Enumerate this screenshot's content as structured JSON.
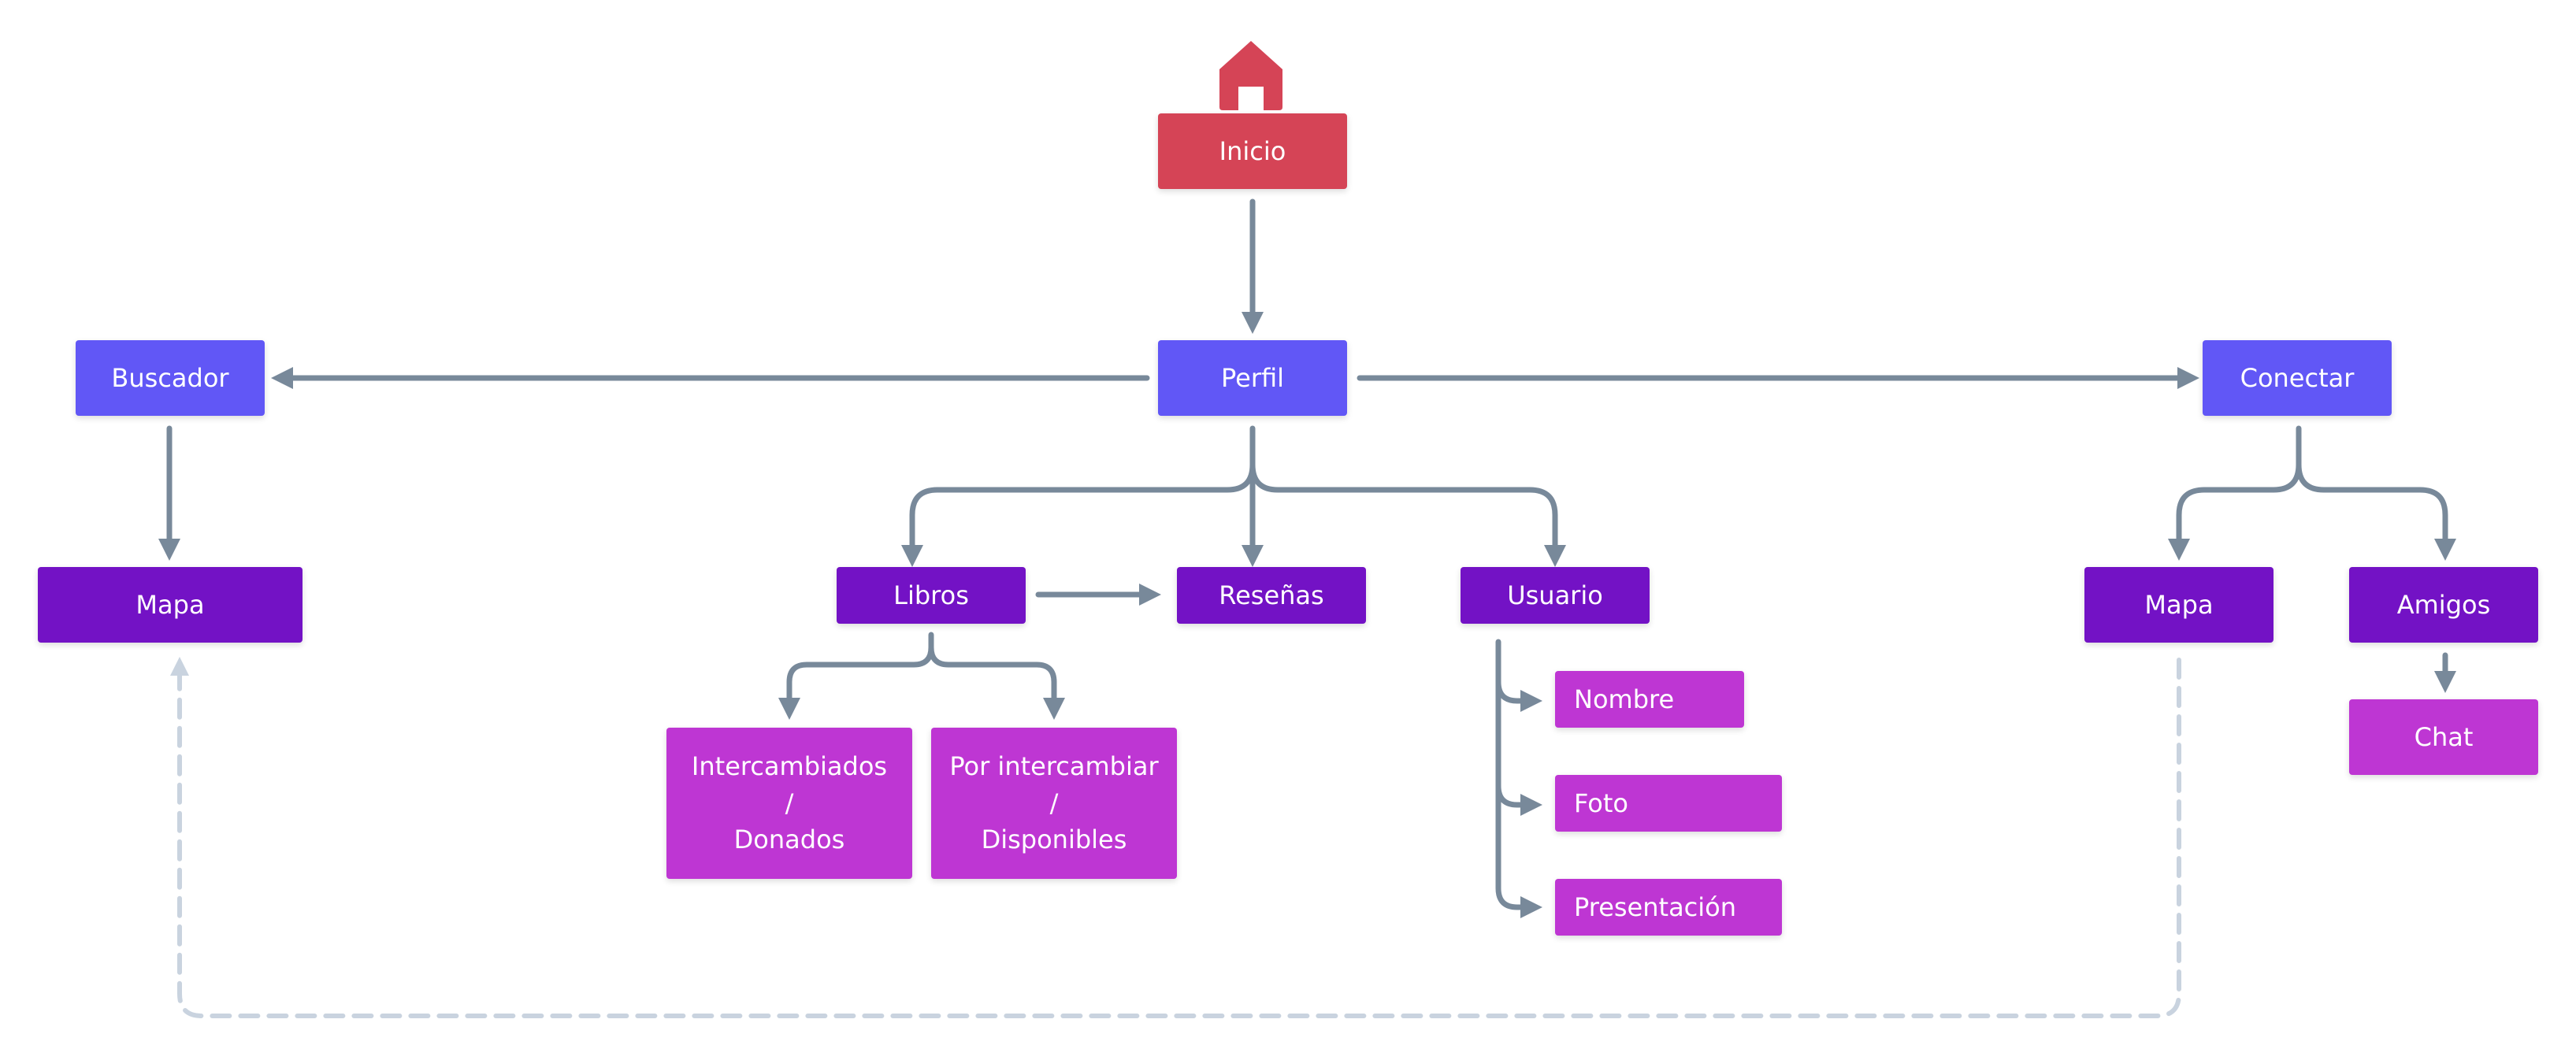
{
  "colors": {
    "root": "#d54456",
    "level1": "#6157f6",
    "level2": "#7312c5",
    "level3": "#be36d3",
    "connector": "#78899a",
    "dashed_connector": "#c9d3df"
  },
  "icons": {
    "home": "home-icon"
  },
  "nodes": {
    "inicio": "Inicio",
    "perfil": "Perfil",
    "buscador": "Buscador",
    "conectar": "Conectar",
    "mapa_left": "Mapa",
    "libros": "Libros",
    "resenas": "Reseñas",
    "usuario": "Usuario",
    "mapa_right": "Mapa",
    "amigos": "Amigos",
    "chat": "Chat",
    "intercambiados": {
      "line1": "Intercambiados",
      "line2": "/",
      "line3": "Donados"
    },
    "por_intercambiar": {
      "line1": "Por intercambiar",
      "line2": "/",
      "line3": "Disponibles"
    },
    "nombre": "Nombre",
    "foto": "Foto",
    "presentacion": "Presentación"
  }
}
